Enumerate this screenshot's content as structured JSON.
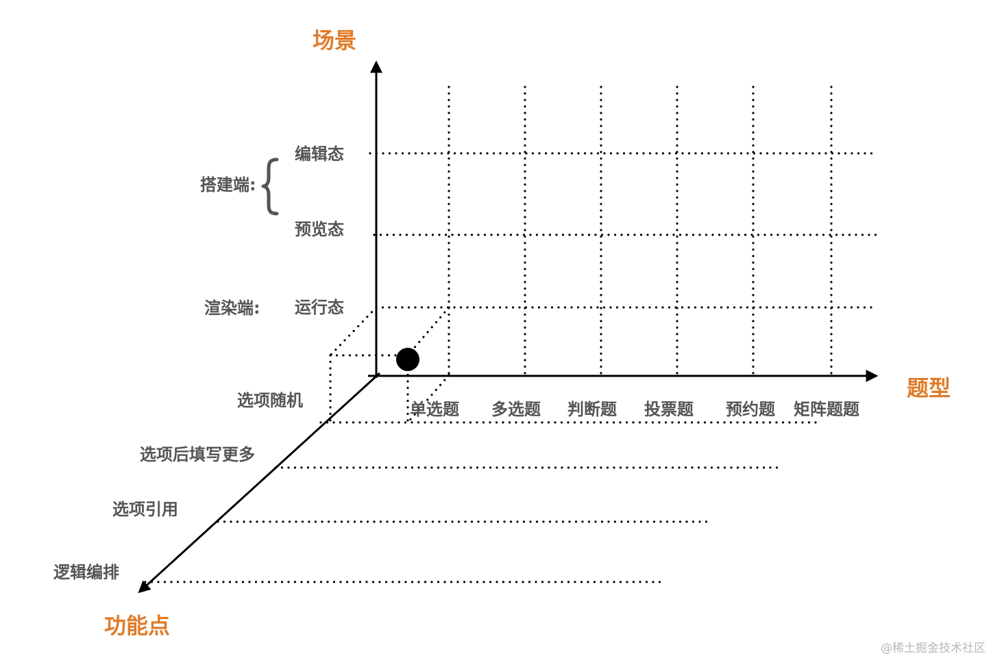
{
  "axes": {
    "y_title": "场景",
    "x_title": "题型",
    "z_title": "功能点"
  },
  "scenes": {
    "builder_group": "搭建端:",
    "renderer_group": "渲染端:",
    "items": [
      "编辑态",
      "预览态",
      "运行态"
    ]
  },
  "question_types": [
    "单选题",
    "多选题",
    "判断题",
    "投票题",
    "预约题",
    "矩阵题题"
  ],
  "features": [
    "选项随机",
    "选项后填写更多",
    "选项引用",
    "逻辑编排"
  ],
  "watermark": "@稀土掘金技术社区",
  "colors": {
    "accent": "#e07b29",
    "label": "#555555",
    "line": "#000000"
  }
}
